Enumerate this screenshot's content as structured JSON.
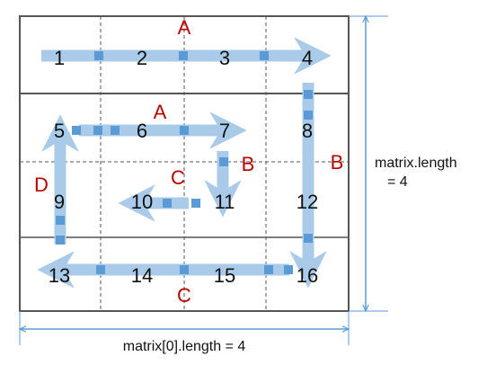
{
  "grid": {
    "numbers": [
      [
        "1",
        "2",
        "3",
        "4"
      ],
      [
        "5",
        "6",
        "7",
        "8"
      ],
      [
        "9",
        "10",
        "11",
        "12"
      ],
      [
        "13",
        "14",
        "15",
        "16"
      ]
    ]
  },
  "labels": {
    "outer_top": "A",
    "outer_right": "B",
    "outer_bottom": "C",
    "inner_top": "A",
    "inner_right": "B",
    "inner_bottom": "C",
    "inner_left": "D"
  },
  "dimensions": {
    "rows_label_line1": "matrix.length",
    "rows_label_line2": "= 4",
    "cols_label": "matrix[0].length = 4"
  },
  "colors": {
    "arrow": "#a9cbe9",
    "arrow_square": "#5b9bd5",
    "dimension": "#5b9bd5",
    "label": "#b80000",
    "grid": "#555555"
  }
}
